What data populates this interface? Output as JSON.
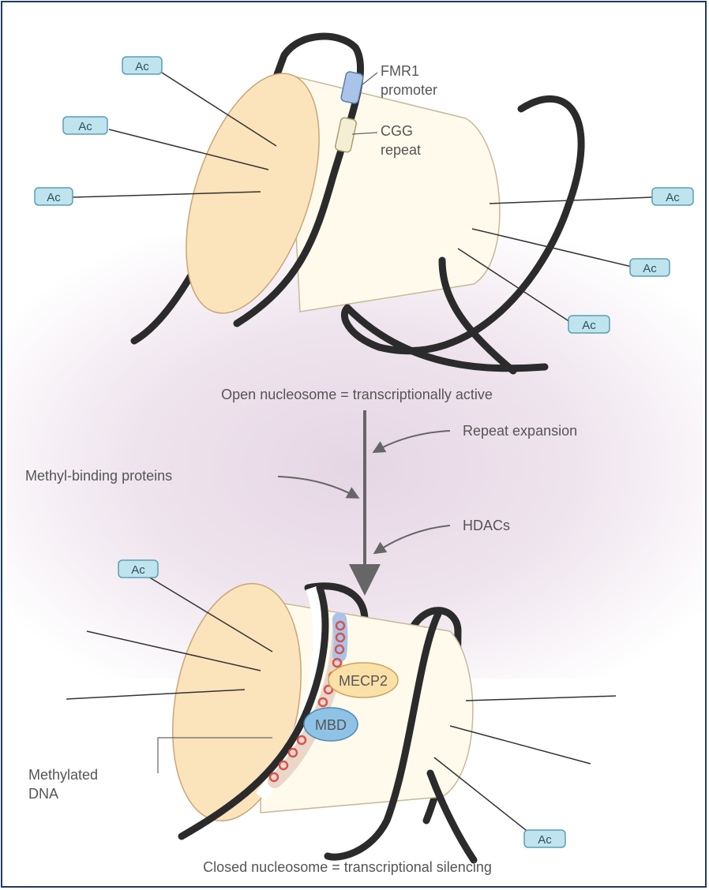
{
  "labels": {
    "fmr1_promoter_line1": "FMR1",
    "fmr1_promoter_line2": "promoter",
    "cgg_repeat_line1": "CGG",
    "cgg_repeat_line2": "repeat",
    "open_caption": "Open nucleosome = transcriptionally active",
    "repeat_expansion": "Repeat expansion",
    "methyl_binding": "Methyl-binding proteins",
    "hdacs": "HDACs",
    "mecp2": "MECP2",
    "mbd": "MBD",
    "methylated_line1": "Methylated",
    "methylated_line2": "DNA",
    "closed_caption": "Closed nucleosome = transcriptional silencing"
  },
  "acetyl_tag": "Ac",
  "colors": {
    "frame": "#1f3c5e",
    "histone_face": "#fbe3bb",
    "histone_body": "#fffaec",
    "dna": "#2b2b2b",
    "ac_fill": "#bfe4ee",
    "ac_stroke": "#5a9fb4",
    "mecp2_fill": "#fbe0a8",
    "mbd_fill": "#8fc3e6",
    "methyl_dot": "#d9534f",
    "background_tint": "#e9dde8"
  }
}
